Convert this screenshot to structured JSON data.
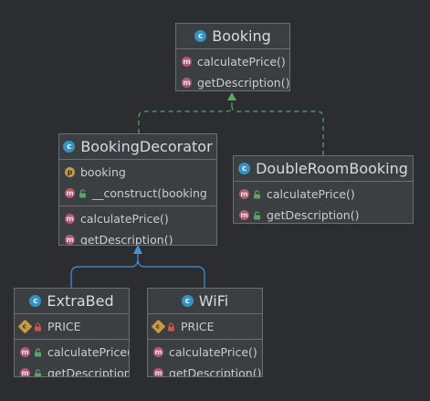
{
  "diagram": {
    "nodes": {
      "booking": {
        "title": "Booking",
        "icon": "class-icon",
        "methods": [
          "calculatePrice()",
          "getDescription()"
        ]
      },
      "booking_decorator": {
        "title": "BookingDecorator",
        "icon": "class-icon",
        "fields": [
          "booking"
        ],
        "constructor": "__construct(booking",
        "methods": [
          "calculatePrice()",
          "getDescription()"
        ]
      },
      "double_room_booking": {
        "title": "DoubleRoomBooking",
        "icon": "class-icon",
        "methods": [
          "calculatePrice()",
          "getDescription()"
        ]
      },
      "extra_bed": {
        "title": "ExtraBed",
        "icon": "class-icon",
        "constants": [
          "PRICE"
        ],
        "methods": [
          "calculatePrice()",
          "getDescription()"
        ]
      },
      "wifi": {
        "title": "WiFi",
        "icon": "class-icon",
        "constants": [
          "PRICE"
        ],
        "methods": [
          "calculatePrice()",
          "getDescription()"
        ]
      }
    },
    "badges": {
      "class": "c",
      "method": "m",
      "property": "p",
      "constant": "c"
    },
    "edges": [
      {
        "from": "BookingDecorator",
        "to": "Booking",
        "kind": "implements"
      },
      {
        "from": "DoubleRoomBooking",
        "to": "Booking",
        "kind": "implements"
      },
      {
        "from": "ExtraBed",
        "to": "BookingDecorator",
        "kind": "extends"
      },
      {
        "from": "WiFi",
        "to": "BookingDecorator",
        "kind": "extends"
      }
    ],
    "colors": {
      "background": "#2b2d30",
      "node_fill": "#3c3f41",
      "node_border": "#6b6e72",
      "implements_edge": "#58a865",
      "extends_edge": "#4a90d6",
      "method_badge": "#b05a73",
      "property_badge": "#c99a3c",
      "class_badge": "#3592c4"
    }
  }
}
